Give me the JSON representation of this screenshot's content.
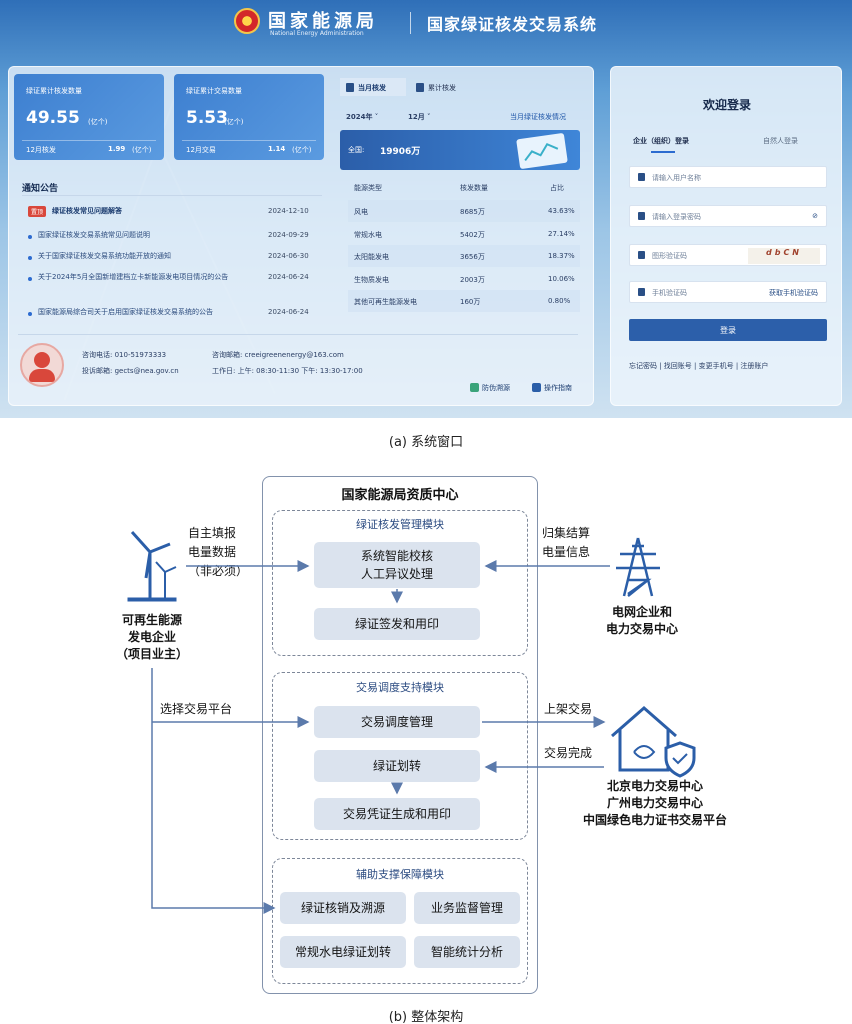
{
  "screen": {
    "header": {
      "org_cn": "国家能源局",
      "org_en": "National Energy Administration",
      "system_title": "国家绿证核发交易系统"
    },
    "stats": [
      {
        "label": "绿证累计核发数量",
        "value": "49.55",
        "unit": "(亿个)",
        "sub_label": "12月核发",
        "sub_value": "1.99",
        "sub_unit": "(亿个)"
      },
      {
        "label": "绿证累计交易数量",
        "value": "5.53",
        "unit": "(亿个)",
        "sub_label": "12月交易",
        "sub_value": "1.14",
        "sub_unit": "(亿个)"
      }
    ],
    "tabs": [
      "当月核发",
      "累计核发"
    ],
    "year_select": "2024年",
    "month_select": "12月",
    "monthly_link": "当月绿证核发情况",
    "total": {
      "label": "全国:",
      "value": "19906万"
    },
    "table": {
      "headers": [
        "能源类型",
        "核发数量",
        "占比"
      ],
      "rows": [
        [
          "风电",
          "8685万",
          "43.63%"
        ],
        [
          "常规水电",
          "5402万",
          "27.14%"
        ],
        [
          "太阳能发电",
          "3656万",
          "18.37%"
        ],
        [
          "生物质发电",
          "2003万",
          "10.06%"
        ],
        [
          "其他可再生能源发电",
          "160万",
          "0.80%"
        ]
      ]
    },
    "notice": {
      "title": "通知公告",
      "items": [
        {
          "badge": "置顶",
          "text": "绿证核发常见问题解答",
          "date": "2024-12-10"
        },
        {
          "text": "国家绿证核发交易系统常见问题说明",
          "date": "2024-09-29"
        },
        {
          "text": "关于国家绿证核发交易系统功能开放的通知",
          "date": "2024-06-30"
        },
        {
          "text": "关于2024年5月全国新增建档立卡新能源发电项目情况的公告",
          "date": "2024-06-24"
        },
        {
          "text": "国家能源局综合司关于启用国家绿证核发交易系统的公告",
          "date": "2024-06-24"
        }
      ]
    },
    "contact": {
      "phone": "咨询电话: 010-51973333",
      "email": "咨询邮箱: creeigreenenergy@163.com",
      "complaint": "投诉邮箱: gects@nea.gov.cn",
      "hours": "工作日: 上午: 08:30-11:30  下午: 13:30-17:00"
    },
    "footer_buttons": [
      "防伪溯源",
      "操作指南"
    ],
    "login": {
      "title": "欢迎登录",
      "tab_company": "企业（组织）登录",
      "tab_person": "自然人登录",
      "username_ph": "请输入用户名称",
      "password_ph": "请输入登录密码",
      "captcha_ph": "图形验证码",
      "captcha_text": "dbCN",
      "sms_ph": "手机验证码",
      "sms_btn": "获取手机验证码",
      "button": "登录",
      "links": "忘记密码 | 找回账号 | 变更手机号 | 注册账户"
    },
    "accent_color": "#2c5faa"
  },
  "captions": {
    "a": "(a) 系统窗口",
    "b": "(b) 整体架构"
  },
  "diagram": {
    "center_title": "国家能源局资质中心",
    "modules": [
      {
        "title": "绿证核发管理模块",
        "boxes": [
          "系统智能校核\n人工异议处理",
          "绿证签发和用印"
        ]
      },
      {
        "title": "交易调度支持模块",
        "boxes": [
          "交易调度管理",
          "绿证划转",
          "交易凭证生成和用印"
        ]
      },
      {
        "title": "辅助支撑保障模块",
        "boxes": [
          "绿证核销及溯源",
          "业务监督管理",
          "常规水电绿证划转",
          "智能统计分析"
        ]
      }
    ],
    "left_entity": "可再生能源\n发电企业\n（项目业主）",
    "right_top_entity": "电网企业和\n电力交易中心",
    "right_bottom_entity": "北京电力交易中心\n广州电力交易中心\n中国绿色电力证书交易平台",
    "edge_labels": {
      "self_report": "自主填报\n电量数据\n（非必须）",
      "collect": "归集结算\n电量信息",
      "select_platform": "选择交易平台",
      "list": "上架交易",
      "complete": "交易完成"
    },
    "line_color": "#5b7aab"
  }
}
